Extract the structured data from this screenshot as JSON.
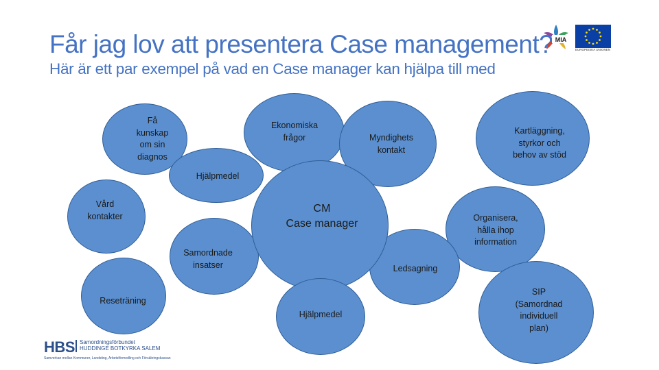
{
  "title": "Får jag lov att presentera Case management?",
  "subtitle": "Här är ett par exempel på vad en Case manager kan hjälpa till med",
  "bubbles": [
    {
      "label": "Få\nkunskap\nom sin\ndiagnos"
    },
    {
      "label": "Ekonomiska\nfrågor"
    },
    {
      "label": "Myndighets\nkontakt"
    },
    {
      "label": "Kartläggning,\nstyrkor och\nbehov av stöd"
    },
    {
      "label": "Hjälpmedel"
    },
    {
      "label": "Vård\nkontakter"
    },
    {
      "label": "CM\nCase manager"
    },
    {
      "label": "Organisera,\nhålla ihop\ninformation"
    },
    {
      "label": "Samordnade\ninsatser"
    },
    {
      "label": "Ledsagning"
    },
    {
      "label": "Reseträning"
    },
    {
      "label": "Hjälpmedel"
    },
    {
      "label": "SIP\n(Samordnad\nindividuell\nplan)"
    }
  ],
  "logos": {
    "mia": "MIA",
    "eu_caption": "EUROPEISKA UNIONEN",
    "hbs_mark": "HBS",
    "hbs_org_line1": "Samordningsförbundet",
    "hbs_org_line2": "HUDDINGE BOTKYRKA SALEM",
    "hbs_tagline": "Samverkan mellan Kommuner, Landsting, Arbetsförmedling och Försäkringskassan"
  },
  "colors": {
    "bubble_fill": "#5b8fcf",
    "bubble_border": "#2f5d96",
    "title": "#4472c4"
  }
}
